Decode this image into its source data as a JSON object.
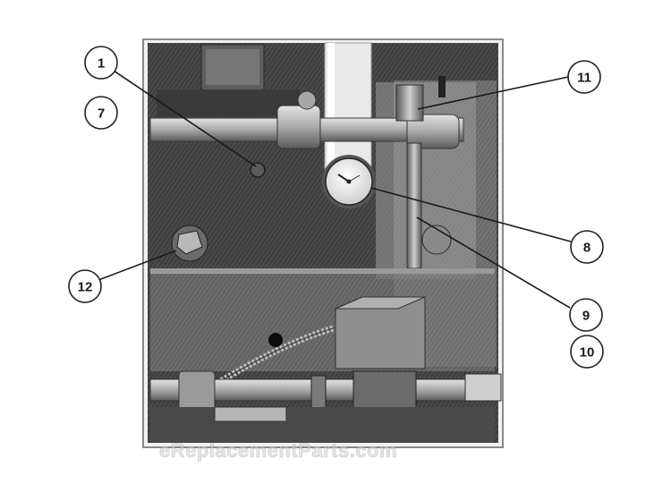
{
  "diagram": {
    "callouts": [
      {
        "id": "callout-1",
        "label": "1"
      },
      {
        "id": "callout-7",
        "label": "7"
      },
      {
        "id": "callout-11",
        "label": "11"
      },
      {
        "id": "callout-8",
        "label": "8"
      },
      {
        "id": "callout-9",
        "label": "9"
      },
      {
        "id": "callout-10",
        "label": "10"
      },
      {
        "id": "callout-12",
        "label": "12"
      }
    ],
    "watermark": "eReplacementParts.com"
  },
  "colors": {
    "panel_dark": "#3c3c3c",
    "panel_mid": "#6e6e6e",
    "metal_light": "#bdbdbd",
    "frame": "#9a9a9a",
    "callout_stroke": "#222222"
  }
}
